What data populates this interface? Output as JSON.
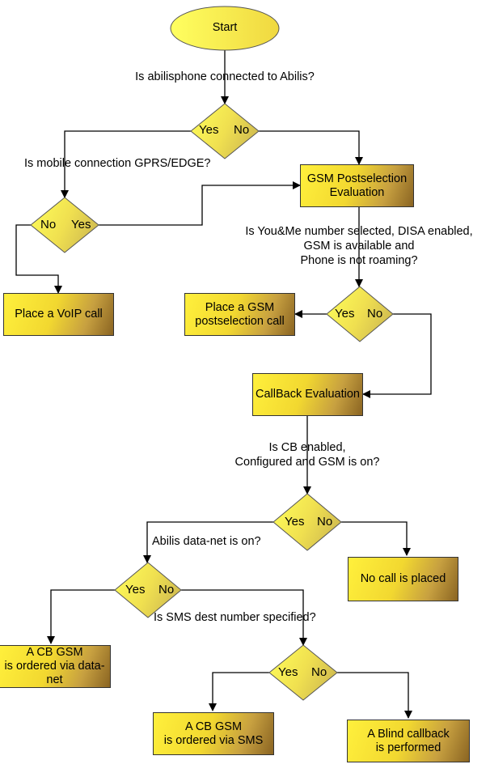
{
  "start": "Start",
  "questions": {
    "abilisphone": "Is abilisphone connected to Abilis?",
    "mobile": "Is mobile connection GPRS/EDGE?",
    "youme_1": "Is You&Me number selected, DISA enabled,",
    "youme_2": "GSM is available and",
    "youme_3": "Phone is not roaming?",
    "cb_1": "Is CB enabled,",
    "cb_2": "Configured and GSM is on?",
    "datanet": "Abilis data-net is on?",
    "sms": "Is SMS dest number specified?"
  },
  "decision_labels": {
    "yes": "Yes",
    "no": "No"
  },
  "boxes": {
    "gsm_eval": "GSM Postselection\nEvaluation",
    "voip": "Place a VoIP call",
    "gsm_call": "Place a GSM\npostselection call",
    "callback_eval": "CallBack Evaluation",
    "no_call": "No call is placed",
    "cb_datanet": "A CB GSM\nis ordered via data-net",
    "cb_sms": "A CB GSM\nis ordered via SMS",
    "blind": "A Blind callback\nis performed"
  },
  "colors": {
    "fill_light": "#fff03c",
    "fill_dark": "#8a6422",
    "stroke": "#333333"
  }
}
